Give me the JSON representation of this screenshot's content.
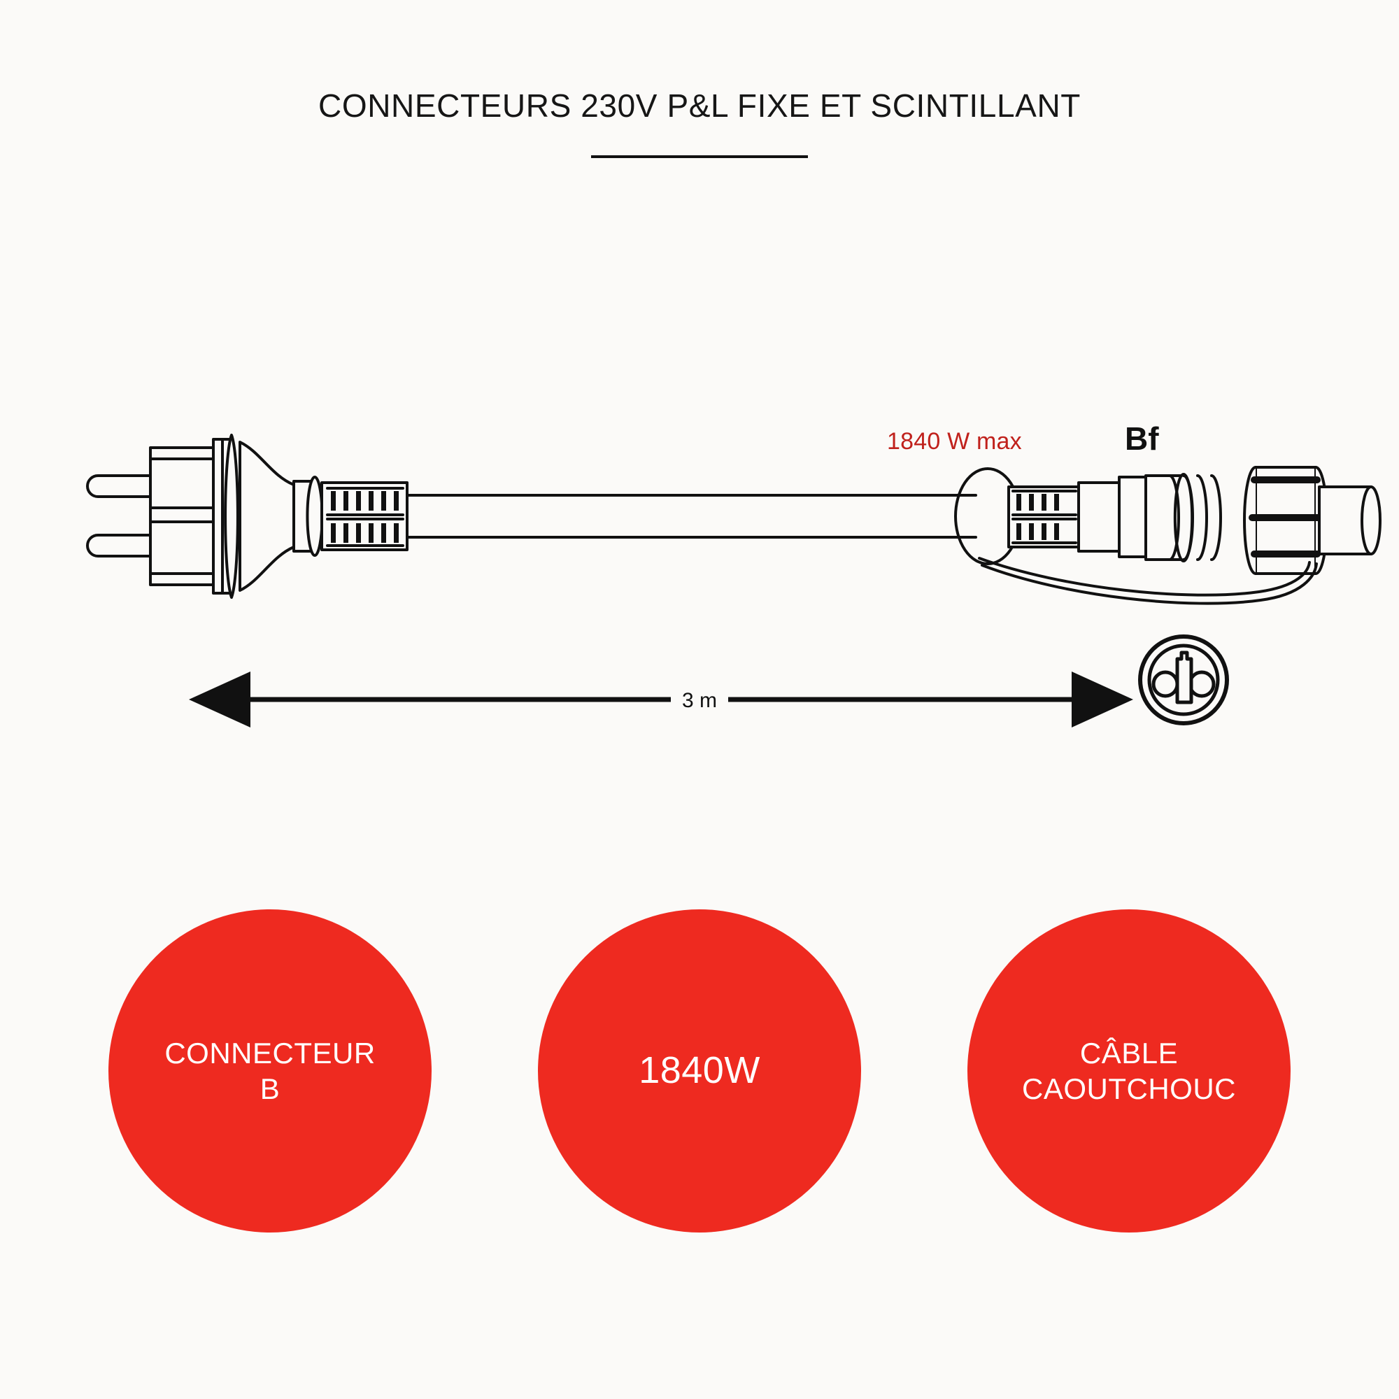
{
  "background_color": "#fbfaf8",
  "ink_color": "#111111",
  "accent_color": "#ee2a20",
  "callout_red": "#c0211c",
  "title": {
    "text": "CONNECTEURS 230V P&L FIXE ET SCINTILLANT",
    "rule": "divider-rule"
  },
  "diagram": {
    "name": "power-cable-technical-drawing",
    "wattage_callout": "1840 W max",
    "connector_code": "Bf",
    "parts": {
      "plug": "schuko-plug",
      "cable": "rubber-cable",
      "loop": "hanging-loop",
      "threaded_connector": "threaded-male-connector",
      "end_cap": "end-cap",
      "socket_face": "two-pin-socket-face",
      "tether": "tether-cord"
    }
  },
  "dimension": {
    "label": "3 m",
    "arrow": "double-headed-arrow"
  },
  "features": [
    {
      "id": "connector",
      "label": "CONNECTEUR\nB",
      "color": "#ee2a20"
    },
    {
      "id": "power",
      "label": "1840W",
      "color": "#ee2a20"
    },
    {
      "id": "cable",
      "label": "CÂBLE\nCAOUTCHOUC",
      "color": "#ee2a20"
    }
  ]
}
